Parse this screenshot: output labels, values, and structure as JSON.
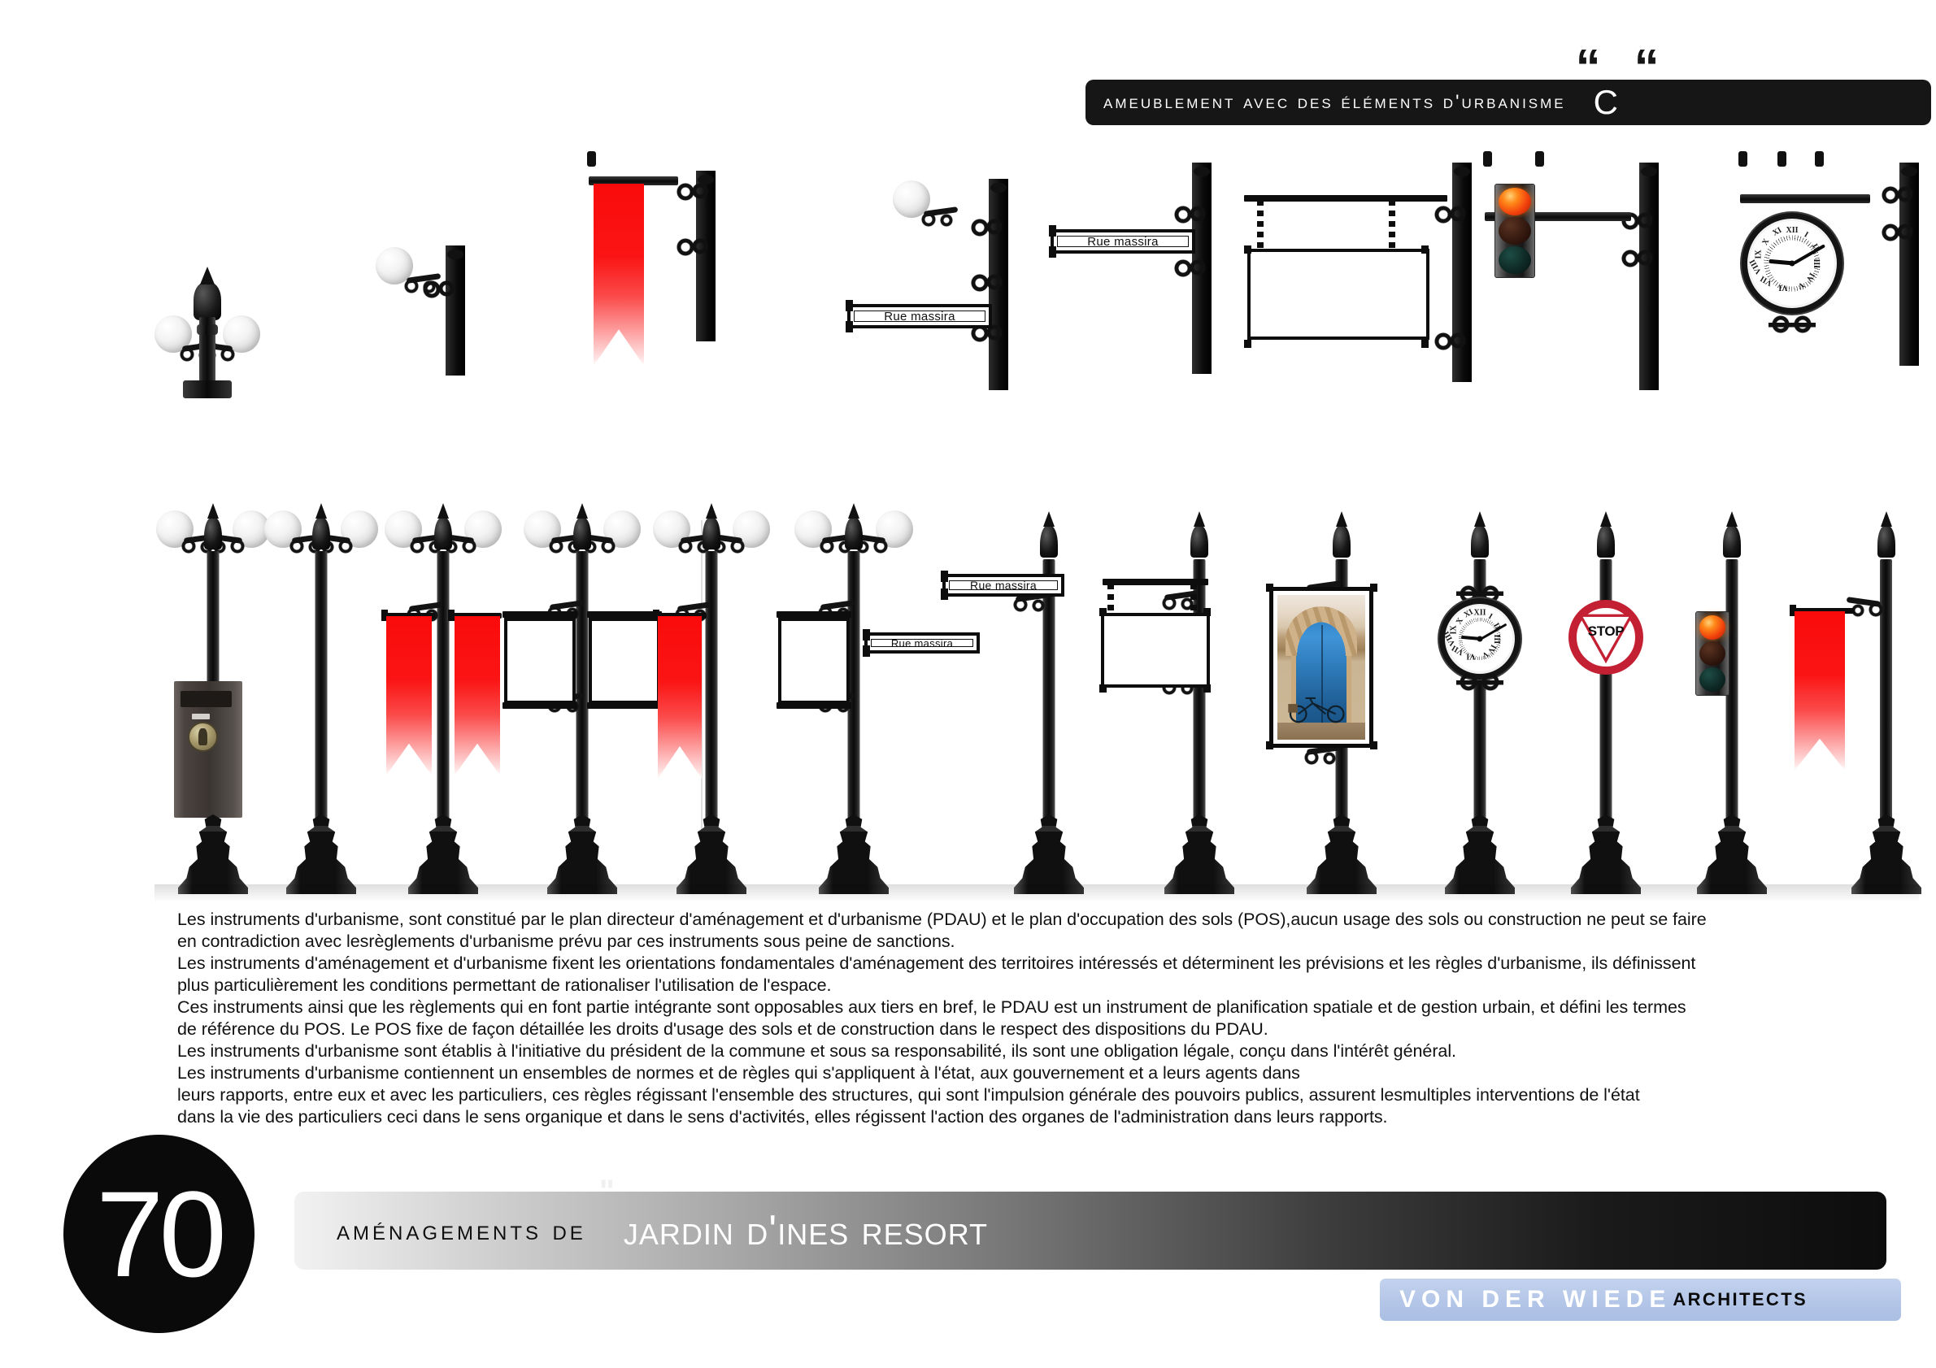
{
  "header": {
    "title": "Ameublement avec des éléments d'urbanisme",
    "quoted_letter": "C",
    "quote_open": "“",
    "quote_close": "“"
  },
  "footer": {
    "prefix": "Aménagements de",
    "project_name": "Jardin D'ines resort",
    "quote_open": "\"",
    "quote_close": "\"",
    "page_number": "70"
  },
  "logo": {
    "name": "VON DER WIEDE",
    "suffix": "ARCHITECTS",
    "background_color": "#b4c6e8"
  },
  "body_text": {
    "paragraphs": [
      "Les instruments d'urbanisme, sont constitué par le plan directeur d'aménagement et d'urbanisme (PDAU) et le plan d'occupation des sols (POS),aucun usage des sols ou construction ne peut se faire",
      "en contradiction avec lesrèglements d'urbanisme prévu par ces instruments sous peine de sanctions.",
      "Les instruments d'aménagement et d'urbanisme fixent les orientations fondamentales d'aménagement des territoires intéressés et déterminent les prévisions et les règles d'urbanisme, ils définissent",
      "plus particulièrement les conditions permettant de rationaliser l'utilisation de l'espace.",
      "Ces instruments ainsi que les règlements qui en font partie intégrante sont opposables aux tiers en bref, le PDAU est un instrument de planification spatiale et de gestion urbain, et défini les termes",
      "de référence du POS. Le POS fixe de façon détaillée les droits d'usage des sols et de construction dans le respect des dispositions du PDAU.",
      "Les instruments d'urbanisme sont établis à l'initiative du président de la commune et sous sa responsabilité, ils sont une obligation légale, conçu dans l'intérêt général.",
      "Les instruments d'urbanisme contiennent un ensembles de normes et de règles qui s'appliquent à l'état, aux gouvernement et a leurs agents dans",
      "leurs rapports, entre eux et avec les particuliers, ces règles régissant l'ensemble des structures, qui sont l'impulsion générale des pouvoirs publics, assurent lesmultiples interventions de l'état",
      "dans la vie des particuliers ceci dans le sens organique et dans le sens d'activités, elles régissent l'action des organes de l'administration dans leurs rapports."
    ]
  },
  "palette": {
    "iron_black": "#0d0d0d",
    "banner_red": "#fa0b0b",
    "stop_red": "#c42033",
    "traffic_red": "#f2410c",
    "sign_white": "#ffffff",
    "logo_blue": "#b4c6e8"
  },
  "street_furniture": {
    "sign_text": "Rue massira",
    "stop_text": "STOP",
    "top_row": [
      {
        "id": "double-globe-lamp-head",
        "label": "Double globe lamp head"
      },
      {
        "id": "wall-globe-lamp-bracket",
        "label": "Wall mounted globe lamp"
      },
      {
        "id": "wall-banner-bracket",
        "label": "Wall mounted red banner"
      },
      {
        "id": "wall-lamp-street-sign",
        "label": "Wall lamp with street sign"
      },
      {
        "id": "wall-street-sign",
        "label": "Wall mounted street sign"
      },
      {
        "id": "wall-display-panel",
        "label": "Wall mounted display panel"
      },
      {
        "id": "wall-traffic-light",
        "label": "Wall mounted traffic light"
      },
      {
        "id": "wall-clock",
        "label": "Wall mounted station clock"
      }
    ],
    "bottom_row": [
      {
        "id": "lamp-post-with-waste-bin",
        "label": "Lamp post with waste bin"
      },
      {
        "id": "plain-lamp-post",
        "label": "Plain double lamp post"
      },
      {
        "id": "lamp-post-double-banner",
        "label": "Lamp post with double banner"
      },
      {
        "id": "lamp-post-double-panel",
        "label": "Lamp post with double panel"
      },
      {
        "id": "lamp-post-single-banner",
        "label": "Lamp post with single banner"
      },
      {
        "id": "lamp-post-panel-and-sign",
        "label": "Lamp post with panel and street sign"
      },
      {
        "id": "post-street-sign-high",
        "label": "Post with high street sign"
      },
      {
        "id": "post-hanging-board",
        "label": "Post with hanging board"
      },
      {
        "id": "post-photo-poster",
        "label": "Post with photo poster"
      },
      {
        "id": "post-clock",
        "label": "Post with clock"
      },
      {
        "id": "post-stop-sign",
        "label": "Post with stop sign"
      },
      {
        "id": "post-traffic-light",
        "label": "Post with traffic light"
      },
      {
        "id": "post-red-banner",
        "label": "Post with red banner"
      }
    ],
    "clock": {
      "hour": 9,
      "minute": 10,
      "numerals": [
        "XII",
        "I",
        "II",
        "III",
        "IV",
        "V",
        "VI",
        "VII",
        "VIII",
        "IX",
        "X",
        "XI"
      ]
    },
    "traffic_light": {
      "lit": "red",
      "lamps": [
        "red",
        "amber",
        "green"
      ]
    },
    "poster": {
      "subject": "Blue arched door with bicycle"
    }
  }
}
